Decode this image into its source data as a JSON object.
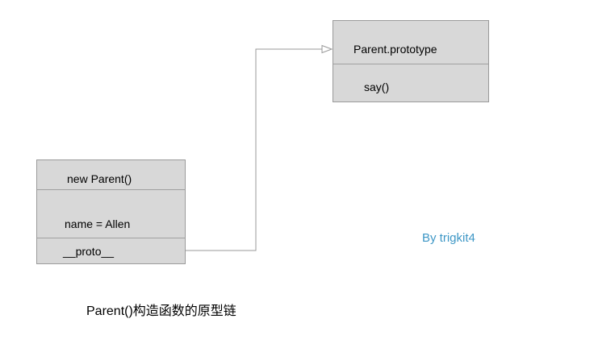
{
  "diagram": {
    "prototype_box": {
      "title": "Parent.prototype",
      "method": "say()"
    },
    "instance_box": {
      "title": "new Parent()",
      "property": "name = Allen",
      "proto": "__proto__"
    },
    "credit": "By trigkit4",
    "caption": "Parent()构造函数的原型链",
    "colors": {
      "background": "#ffffff",
      "box_fill": "#d8d8d8",
      "box_border": "#9a9a9a",
      "divider": "#a0a0a0",
      "connector_line": "#999999",
      "arrowhead_fill": "#ffffff",
      "text": "#000000",
      "credit_blue": "#3e97c6"
    }
  }
}
